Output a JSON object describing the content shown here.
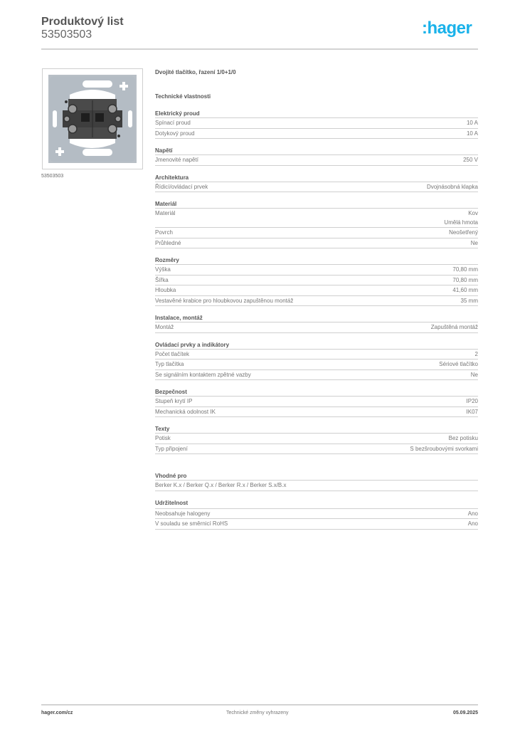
{
  "header": {
    "title": "Produktový list",
    "code": "53503503",
    "logo": ":hager"
  },
  "image": {
    "caption": "53503503",
    "alt": "product-photo-double-push-button-insert"
  },
  "product": {
    "name": "Dvojité tlačítko, řazení 1/0+1/0",
    "section_title": "Technické vlastnosti"
  },
  "groups": [
    {
      "title": "Elektrický proud",
      "rows": [
        {
          "label": "Spínací proud",
          "values": [
            "10 A"
          ]
        },
        {
          "label": "Dotykový proud",
          "values": [
            "10 A"
          ]
        }
      ]
    },
    {
      "title": "Napětí",
      "rows": [
        {
          "label": "Jmenovité napětí",
          "values": [
            "250 V"
          ]
        }
      ]
    },
    {
      "title": "Architektura",
      "rows": [
        {
          "label": "Řídicí/ovládací prvek",
          "values": [
            "Dvojnásobná klapka"
          ]
        }
      ]
    },
    {
      "title": "Materiál",
      "rows": [
        {
          "label": "Materiál",
          "values": [
            "Kov",
            "Umělá hmota"
          ]
        },
        {
          "label": "Povrch",
          "values": [
            "Neošetřený"
          ]
        },
        {
          "label": "Průhledné",
          "values": [
            "Ne"
          ]
        }
      ]
    },
    {
      "title": "Rozměry",
      "rows": [
        {
          "label": "Výška",
          "values": [
            "70,80 mm"
          ]
        },
        {
          "label": "Šířka",
          "values": [
            "70,80 mm"
          ]
        },
        {
          "label": "Hloubka",
          "values": [
            "41,60 mm"
          ]
        },
        {
          "label": "Vestavěné krabice pro hloubkovou zapuštěnou montáž",
          "values": [
            "35 mm"
          ]
        }
      ]
    },
    {
      "title": "Instalace, montáž",
      "rows": [
        {
          "label": "Montáž",
          "values": [
            "Zapuštěná montáž"
          ]
        }
      ]
    },
    {
      "title": "Ovládací prvky a indikátory",
      "rows": [
        {
          "label": "Počet tlačítek",
          "values": [
            "2"
          ]
        },
        {
          "label": "Typ tlačítka",
          "values": [
            "Sériové tlačítko"
          ]
        },
        {
          "label": "Se signálním kontaktem zpětné vazby",
          "values": [
            "Ne"
          ]
        }
      ]
    },
    {
      "title": "Bezpečnost",
      "rows": [
        {
          "label": "Stupeň krytí IP",
          "values": [
            "IP20"
          ]
        },
        {
          "label": "Mechanická odolnost IK",
          "values": [
            "IK07"
          ]
        }
      ]
    },
    {
      "title": "Texty",
      "rows": [
        {
          "label": "Potisk",
          "values": [
            "Bez potisku"
          ]
        },
        {
          "label": "Typ připojení",
          "values": [
            "S bezšroubovými svorkami"
          ]
        }
      ]
    }
  ],
  "suitable": {
    "title": "Vhodné pro",
    "text": "Berker K.x / Berker Q.x / Berker R.x / Berker S.x/B.x"
  },
  "sustainability": {
    "title": "Udržitelnost",
    "rows": [
      {
        "label": "Neobsahuje halogeny",
        "values": [
          "Ano"
        ]
      },
      {
        "label": "V souladu se směrnicí RoHS",
        "values": [
          "Ano"
        ]
      }
    ]
  },
  "footer": {
    "left": "hager.com/cz",
    "middle": "Technické změny vyhrazeny",
    "right": "05.09.2025"
  },
  "colors": {
    "brand": "#1ab2ea",
    "rule": "#cfcfcf",
    "text": "#555555"
  }
}
